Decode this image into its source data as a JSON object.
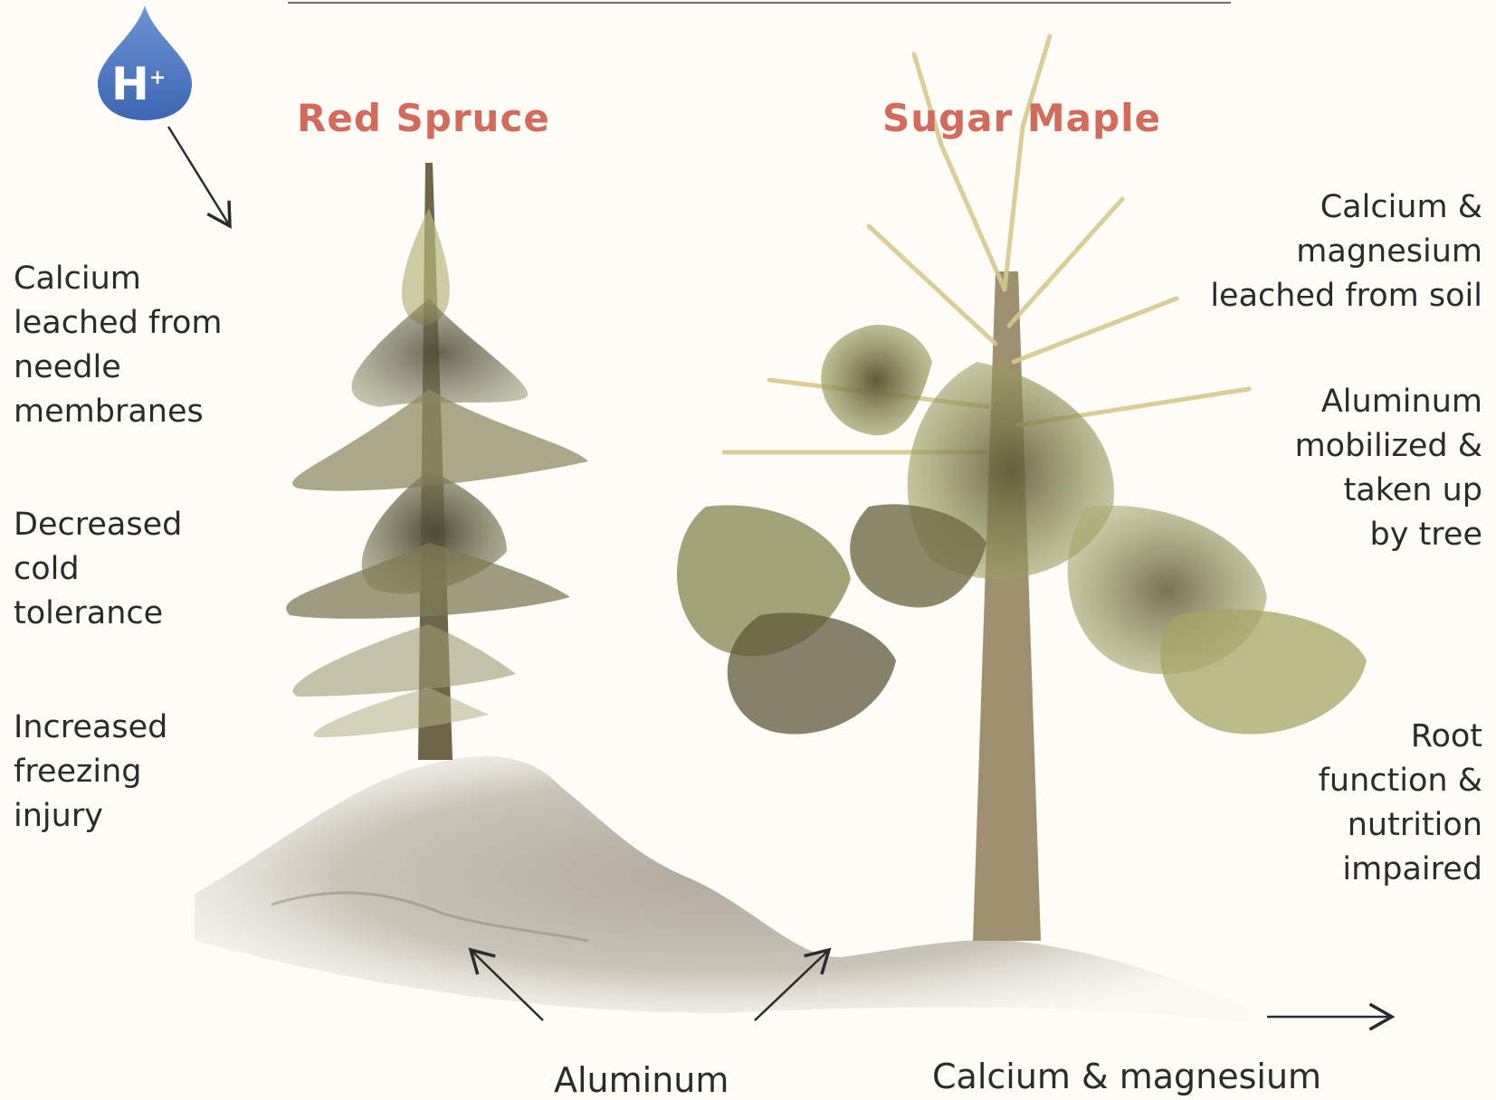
{
  "acid_ion": {
    "symbol": "H",
    "charge": "+"
  },
  "trees": {
    "red_spruce": "Red Spruce",
    "sugar_maple": "Sugar Maple"
  },
  "left_labels": {
    "calcium_leached": "Calcium\nleached from\nneedle\nmembranes",
    "cold_tolerance": "Decreased\ncold\ntolerance",
    "freezing_injury": "Increased\nfreezing\ninjury"
  },
  "right_labels": {
    "soil_leaching": "Calcium &\nmagnesium\nleached from soil",
    "aluminum_uptake": "Aluminum\nmobilized &\ntaken up\nby tree",
    "root_function": "Root\nfunction &\nnutrition\nimpaired"
  },
  "bottom_labels": {
    "aluminum": "Aluminum",
    "calcium_magnesium": "Calcium & magnesium"
  },
  "colors": {
    "title_red": "#d46a5c",
    "drop_blue": "#4a78c2",
    "foliage_dark": "#5d5a3a",
    "foliage_light": "#a9ac6a",
    "soil": "#9c968a",
    "text": "#2b2b2b"
  }
}
